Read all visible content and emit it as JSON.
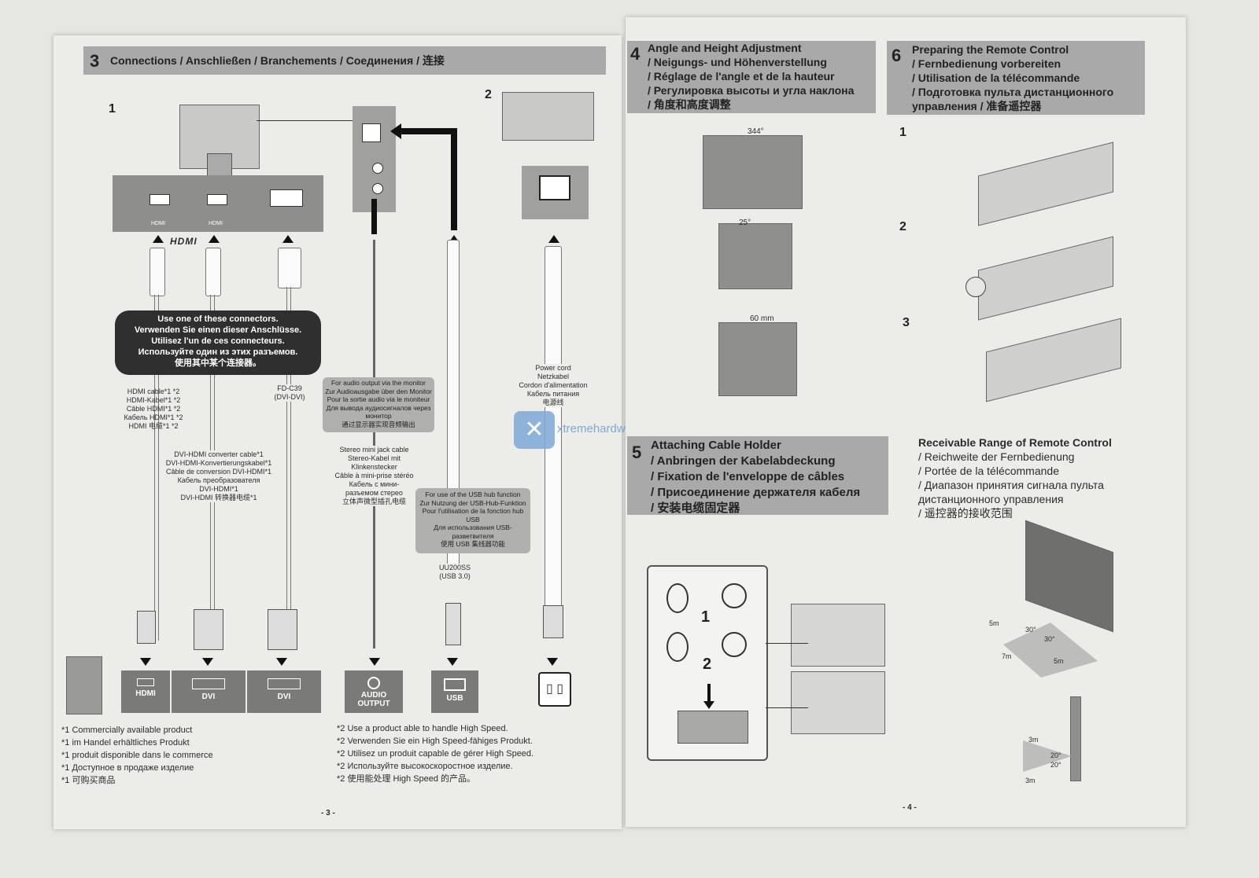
{
  "left_page": {
    "section3": {
      "number": "3",
      "title": "Connections / Anschließen / Branchements / Соединения / 连接"
    },
    "step1_number": "1",
    "step2_number": "2",
    "ports_top": [
      "HDMI",
      "HDMI"
    ],
    "hdmi_logo": "HDMI",
    "use_one_note": [
      "Use one of these connectors.",
      "Verwenden Sie einen dieser Anschlüsse.",
      "Utilisez l'un de ces connecteurs.",
      "Используйте один из этих разъемов.",
      "使用其中某个连接器。"
    ],
    "hdmi_cable_label": [
      "HDMI cable*1 *2",
      "HDMI-Kabel*1 *2",
      "Câble HDMI*1 *2",
      "Кабель HDMI*1 *2",
      "HDMI 电缆*1 *2"
    ],
    "dvi_hdmi_label": [
      "DVI-HDMI converter cable*1",
      "DVI-HDMI-Konvertierungskabel*1",
      "Câble de conversion DVI-HDMI*1",
      "Кабель преобразователя",
      "DVI-HDMI*1",
      "DVI-HDMI 转换器电缆*1"
    ],
    "fd_label": [
      "FD-C39",
      "(DVI-DVI)"
    ],
    "audio_note": [
      "For audio output via the monitor",
      "Zur Audioausgabe über den Monitor",
      "Pour la sortie audio via le moniteur",
      "Для вывода аудиосигналов через",
      "монитор",
      "通过显示器实现音频输出"
    ],
    "stereo_label": [
      "Stereo mini jack cable",
      "Stereo-Kabel mit",
      "Klinkenstecker",
      "Câble à mini-prise stéréo",
      "Кабель с мини-",
      "разъемом стерео",
      "立体声微型插孔电缆"
    ],
    "usb_note": [
      "For use of the USB hub function",
      "Zur Nutzung der USB-Hub-Funktion",
      "Pour l'utilisation de la fonction hub",
      "USB",
      "Для использования USB-",
      "разветвителя",
      "使用 USB 集线器功能"
    ],
    "usb_label": [
      "UU200SS",
      "(USB 3.0)"
    ],
    "power_label": [
      "Power cord",
      "Netzkabel",
      "Cordon d'alimentation",
      "Кабель питания",
      "电源线"
    ],
    "bottom_ports": {
      "hdmi": "HDMI",
      "dvi1": "DVI",
      "dvi2": "DVI",
      "audio": [
        "AUDIO",
        "OUTPUT"
      ],
      "usb": "USB"
    },
    "footnotes1": [
      "*1   Commercially available product",
      "*1   im Handel erhältliches Produkt",
      "*1   produit disponible dans le commerce",
      "*1   Доступное в продаже изделие",
      "*1   可购买商品"
    ],
    "footnotes2": [
      "*2   Use a product able to handle High Speed.",
      "*2   Verwenden Sie ein High Speed-fähiges Produkt.",
      "*2   Utilisez un produit capable de gérer High Speed.",
      "*2   Используйте высокоскоростное изделие.",
      "*2   使用能处理 High Speed 的产品。"
    ],
    "page_number": "- 3 -",
    "watermark": "xtremehardware.com"
  },
  "right_page": {
    "section4": {
      "number": "4",
      "lines": [
        "Angle and Height Adjustment",
        "/ Neigungs- und Höhenverstellung",
        "/ Réglage de l'angle et de la hauteur",
        "/ Регулировка высоты и угла наклона",
        "/ 角度和高度调整"
      ]
    },
    "angle_labels": {
      "swivel": "344°",
      "tilt": "25°",
      "height": "60 mm"
    },
    "section5": {
      "number": "5",
      "lines": [
        "Attaching Cable Holder",
        "/ Anbringen der Kabelabdeckung",
        "/ Fixation de l'enveloppe de câbles",
        "/ Присоединение держателя кабеля",
        "/ 安装电缆固定器"
      ]
    },
    "cable_steps": [
      "1",
      "2"
    ],
    "section6": {
      "number": "6",
      "lines": [
        "Preparing the Remote Control",
        "/ Fernbedienung vorbereiten",
        "/ Utilisation de la télécommande",
        "/ Подготовка пульта дистанционного",
        "управления / 准备遥控器"
      ]
    },
    "remote_steps": [
      "1",
      "2",
      "3"
    ],
    "range_title": [
      "Receivable Range of Remote Control",
      "/ Reichweite der Fernbedienung",
      "/ Portée de la télécommande",
      "/ Диапазон принятия сигнала пульта",
      "дистанционного управления",
      "/ 遥控器的接收范围"
    ],
    "range_labels": {
      "top_left": "5m",
      "angle1": "30°",
      "angle2": "30°",
      "bottom_left": "7m",
      "bottom_right": "5m",
      "side_top": "3m",
      "side_a1": "20°",
      "side_a2": "20°",
      "side_bottom": "3m"
    },
    "page_number": "- 4 -"
  }
}
